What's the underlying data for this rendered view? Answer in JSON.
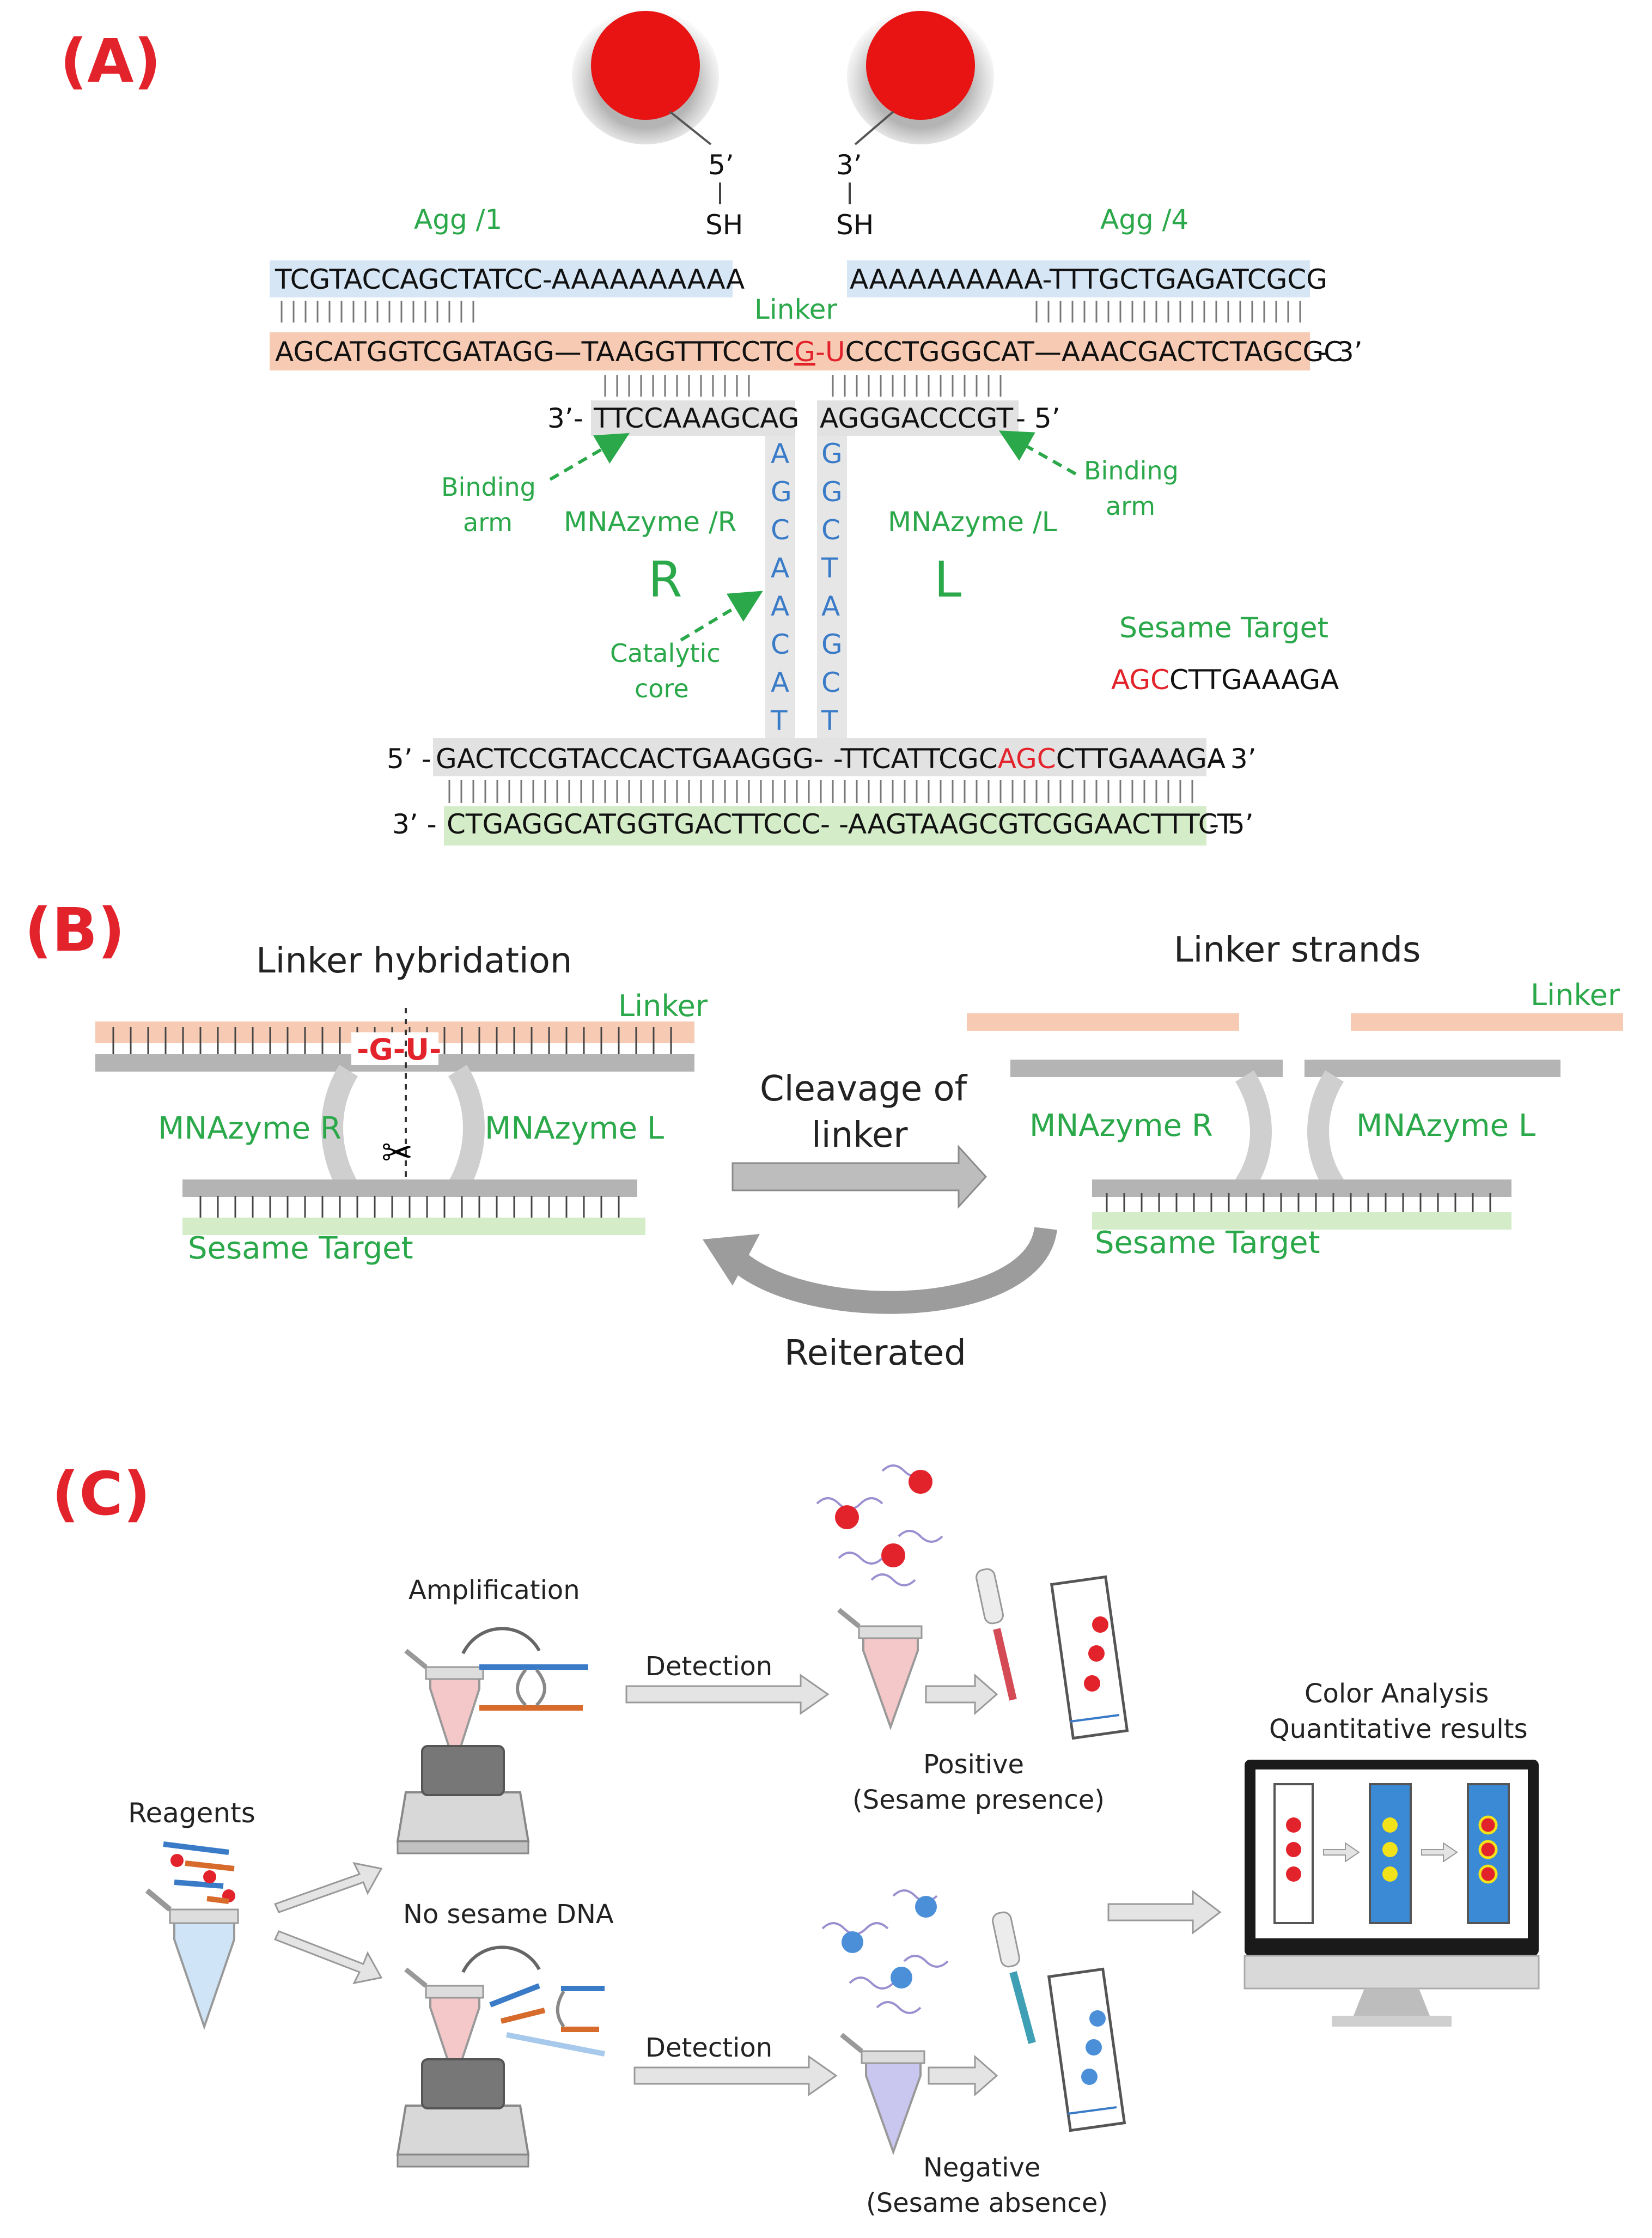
{
  "panels": {
    "a": "(A)",
    "b": "(B)",
    "c": "(C)"
  },
  "panel_a": {
    "five_prime_top": "5’",
    "three_prime_top": "3’",
    "sh_left": "SH",
    "sh_right": "SH",
    "agg1_label": "Agg /1",
    "agg4_label": "Agg /4",
    "agg1_seq": "TCGTACCAGCTATCC-AAAAAAAAAA",
    "agg4_seq": "AAAAAAAAAA-TTTGCTGAGATCGCG",
    "linker_label": "Linker",
    "linker_seq_part1": "AGCATGGTCGATAGG—TAAGGTTTCCTC",
    "linker_seq_g": "G",
    "linker_seq_dash": "-",
    "linker_seq_u": "U",
    "linker_seq_part2": "CCCTGGGCAT—AAACGACTCTAGCGC",
    "linker_three": "- 3’",
    "arm_left_prefix": "3’-",
    "arm_left_seq": "TTCCAAAGCAG",
    "arm_right_seq": "AGGGACCCGT",
    "arm_right_suffix": "- 5’",
    "core_left": [
      "A",
      "G",
      "C",
      "A",
      "A",
      "C",
      "A",
      "T"
    ],
    "core_right": [
      "G",
      "G",
      "C",
      "T",
      "A",
      "G",
      "C",
      "T"
    ],
    "binding_arm_left_1": "Binding",
    "binding_arm_left_2": "arm",
    "binding_arm_right_1": "Binding",
    "binding_arm_right_2": "arm",
    "mnazyme_r": "MNAzyme /R",
    "mnazyme_l": "MNAzyme /L",
    "big_r": "R",
    "big_l": "L",
    "catalytic_1": "Catalytic",
    "catalytic_2": "core",
    "sesame_target_label": "Sesame Target",
    "sesame_target_red": "AGC",
    "sesame_target_black": "CTTGAAAGA",
    "bottom1_prefix": "5’ -",
    "bottom1_seq_a": "GACTCCGTACCACTGAAGGG-",
    "bottom1_seq_b": "-TTCATTCGC",
    "bottom1_seq_red": "AGC",
    "bottom1_seq_c": "CTTGAAAGA",
    "bottom1_suffix": "- 3’",
    "bottom2_prefix": "3’ -",
    "bottom2_seq": "CTGAGGCATGGTGACTTCCC- -AAGTAAGCGTCGGAACTTTCT",
    "bottom2_suffix": "- 5’"
  },
  "panel_b": {
    "linker_hybridation": "Linker hybridation",
    "linker_label_left": "Linker",
    "gu": "-G-U-",
    "mnazyme_r_left": "MNAzyme R",
    "mnazyme_l_left": "MNAzyme L",
    "sesame_target_left": "Sesame Target",
    "cleavage_1": "Cleavage of",
    "cleavage_2": "linker",
    "reiterated": "Reiterated",
    "linker_strands": "Linker  strands",
    "linker_label_right": "Linker",
    "mnazyme_r_right": "MNAzyme R",
    "mnazyme_l_right": "MNAzyme L",
    "sesame_target_right": "Sesame Target"
  },
  "panel_c": {
    "amplification": "Amplification",
    "detection_top": "Detection",
    "positive_1": "Positive",
    "positive_2": "(Sesame presence)",
    "reagents": "Reagents",
    "no_sesame": "No sesame DNA",
    "detection_bottom": "Detection",
    "negative_1": "Negative",
    "negative_2": "(Sesame absence)",
    "color_analysis_1": "Color Analysis",
    "color_analysis_2": "Quantitative results"
  },
  "colors": {
    "red": "#e3232b",
    "green": "#2aa84a",
    "blue": "#3a7bc8",
    "peach": "#f7cbb3",
    "light_blue": "#d6e6f5",
    "light_green": "#d5ecc9",
    "gray_strand": "#b4b4b4"
  }
}
